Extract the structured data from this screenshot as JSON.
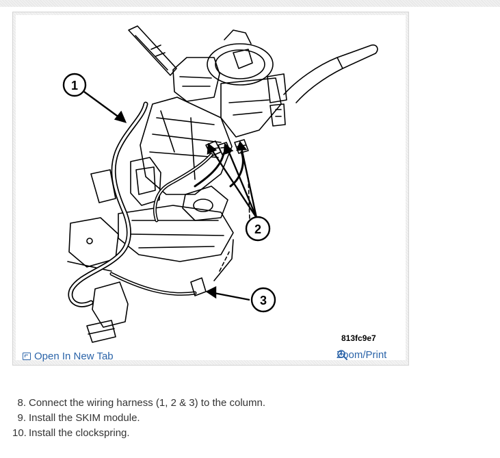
{
  "figure": {
    "code": "813fc9e7",
    "callouts": [
      {
        "number": "1"
      },
      {
        "number": "2"
      },
      {
        "number": "3"
      }
    ]
  },
  "links": {
    "open_tab_label": "Open In New Tab",
    "zoom_print_label": "Zoom/Print"
  },
  "icons": {
    "open_tab": "external-tab-icon",
    "zoom": "magnifier-plus-icon"
  },
  "colors": {
    "link": "#2a63a8",
    "text": "#333333",
    "border": "#d4d4d4"
  },
  "steps": [
    {
      "number": "8.",
      "text": "Connect the wiring harness (1, 2 & 3) to the column."
    },
    {
      "number": "9.",
      "text": "Install the SKIM module."
    },
    {
      "number": "10.",
      "text": "Install the clockspring."
    }
  ]
}
